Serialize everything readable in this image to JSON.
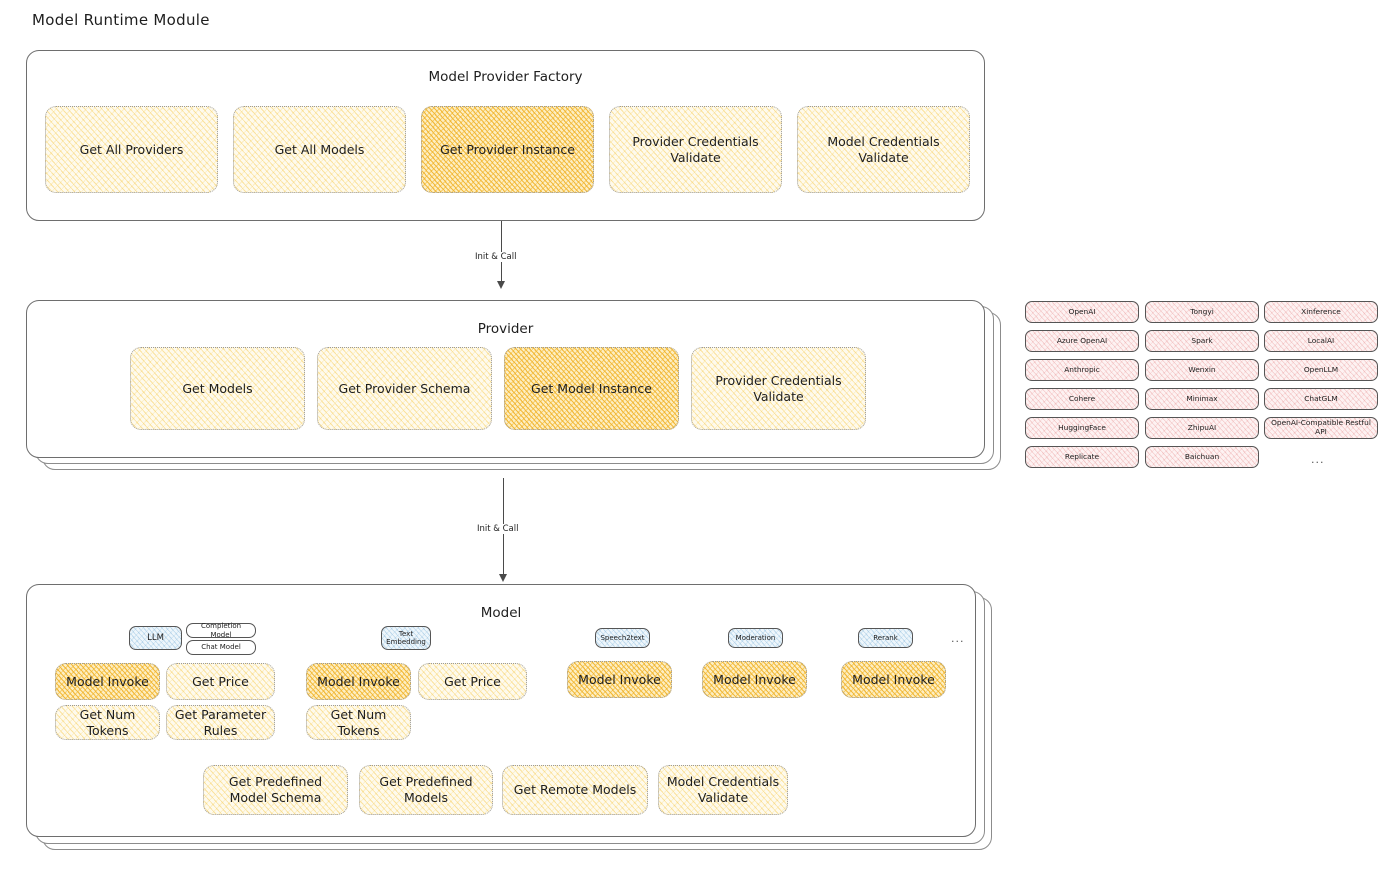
{
  "page": {
    "title": "Model Runtime Module",
    "bg": "#ffffff",
    "accent_pale": "#fefaed",
    "accent_amber": "#fdeec2",
    "accent_pink": "#fdf2f2",
    "accent_blue": "#eef6fb"
  },
  "factory": {
    "title": "Model Provider Factory",
    "ops": [
      {
        "label": "Get All Providers",
        "highlight": false
      },
      {
        "label": "Get All Models",
        "highlight": false
      },
      {
        "label": "Get Provider Instance",
        "highlight": true
      },
      {
        "label": "Provider Credentials Validate",
        "highlight": false
      },
      {
        "label": "Model Credentials Validate",
        "highlight": false
      }
    ]
  },
  "arrows": [
    {
      "label": "Init & Call"
    },
    {
      "label": "Init & Call"
    }
  ],
  "provider": {
    "title": "Provider",
    "ops": [
      {
        "label": "Get Models",
        "highlight": false
      },
      {
        "label": "Get Provider Schema",
        "highlight": false
      },
      {
        "label": "Get Model Instance",
        "highlight": true
      },
      {
        "label": "Provider Credentials Validate",
        "highlight": false
      }
    ]
  },
  "provider_list": {
    "columns": [
      [
        "OpenAI",
        "Azure OpenAI",
        "Anthropic",
        "Cohere",
        "HuggingFace",
        "Replicate"
      ],
      [
        "Tongyi",
        "Spark",
        "Wenxin",
        "Minimax",
        "ZhipuAI",
        "Baichuan"
      ],
      [
        "Xinference",
        "LocalAI",
        "OpenLLM",
        "ChatGLM",
        "OpenAI-Compatible Restful API"
      ]
    ],
    "ellipsis": "..."
  },
  "model": {
    "title": "Model",
    "ellipsis": "...",
    "types": [
      {
        "badge": "LLM",
        "sub_badges": [
          "Completion Model",
          "Chat Model"
        ],
        "ops": [
          {
            "label": "Model Invoke",
            "highlight": true
          },
          {
            "label": "Get Price",
            "highlight": false
          },
          {
            "label": "Get Num Tokens",
            "highlight": false
          },
          {
            "label": "Get Parameter Rules",
            "highlight": false
          }
        ]
      },
      {
        "badge": "Text Embedding",
        "sub_badges": [],
        "ops": [
          {
            "label": "Model Invoke",
            "highlight": true
          },
          {
            "label": "Get Price",
            "highlight": false
          },
          {
            "label": "Get Num Tokens",
            "highlight": false
          }
        ]
      },
      {
        "badge": "Speech2text",
        "sub_badges": [],
        "ops": [
          {
            "label": "Model Invoke",
            "highlight": true
          }
        ]
      },
      {
        "badge": "Moderation",
        "sub_badges": [],
        "ops": [
          {
            "label": "Model Invoke",
            "highlight": true
          }
        ]
      },
      {
        "badge": "Rerank",
        "sub_badges": [],
        "ops": [
          {
            "label": "Model Invoke",
            "highlight": true
          }
        ]
      }
    ],
    "shared_ops": [
      {
        "label": "Get Predefined Model Schema"
      },
      {
        "label": "Get Predefined Models"
      },
      {
        "label": "Get Remote Models"
      },
      {
        "label": "Model Credentials Validate"
      }
    ]
  }
}
